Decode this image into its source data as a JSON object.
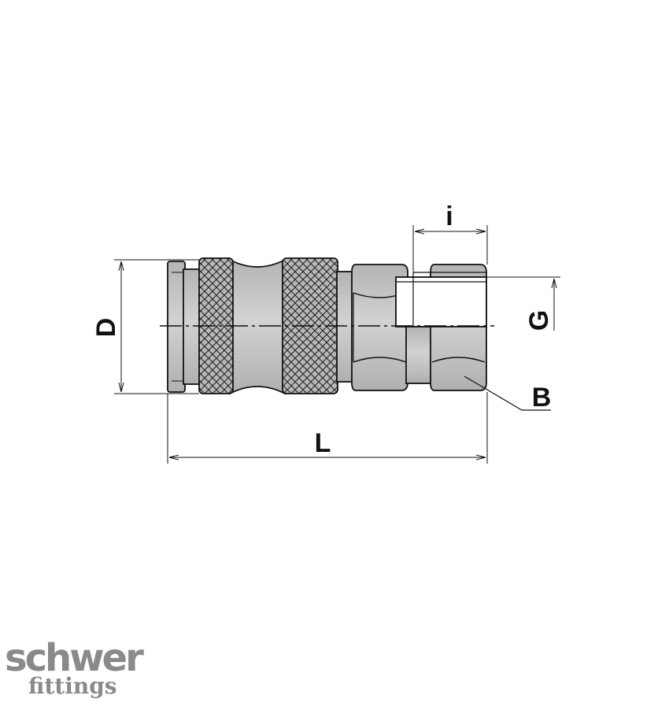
{
  "labels": {
    "i": "i",
    "D": "D",
    "G": "G",
    "B": "B",
    "L": "L"
  },
  "logo": {
    "line1": "schwer",
    "line2": "fittings"
  },
  "colors": {
    "metal": "#c4c4c4",
    "metal_dark": "#a9a9a9",
    "outline": "#111111",
    "logo": "#8a8a8a"
  }
}
